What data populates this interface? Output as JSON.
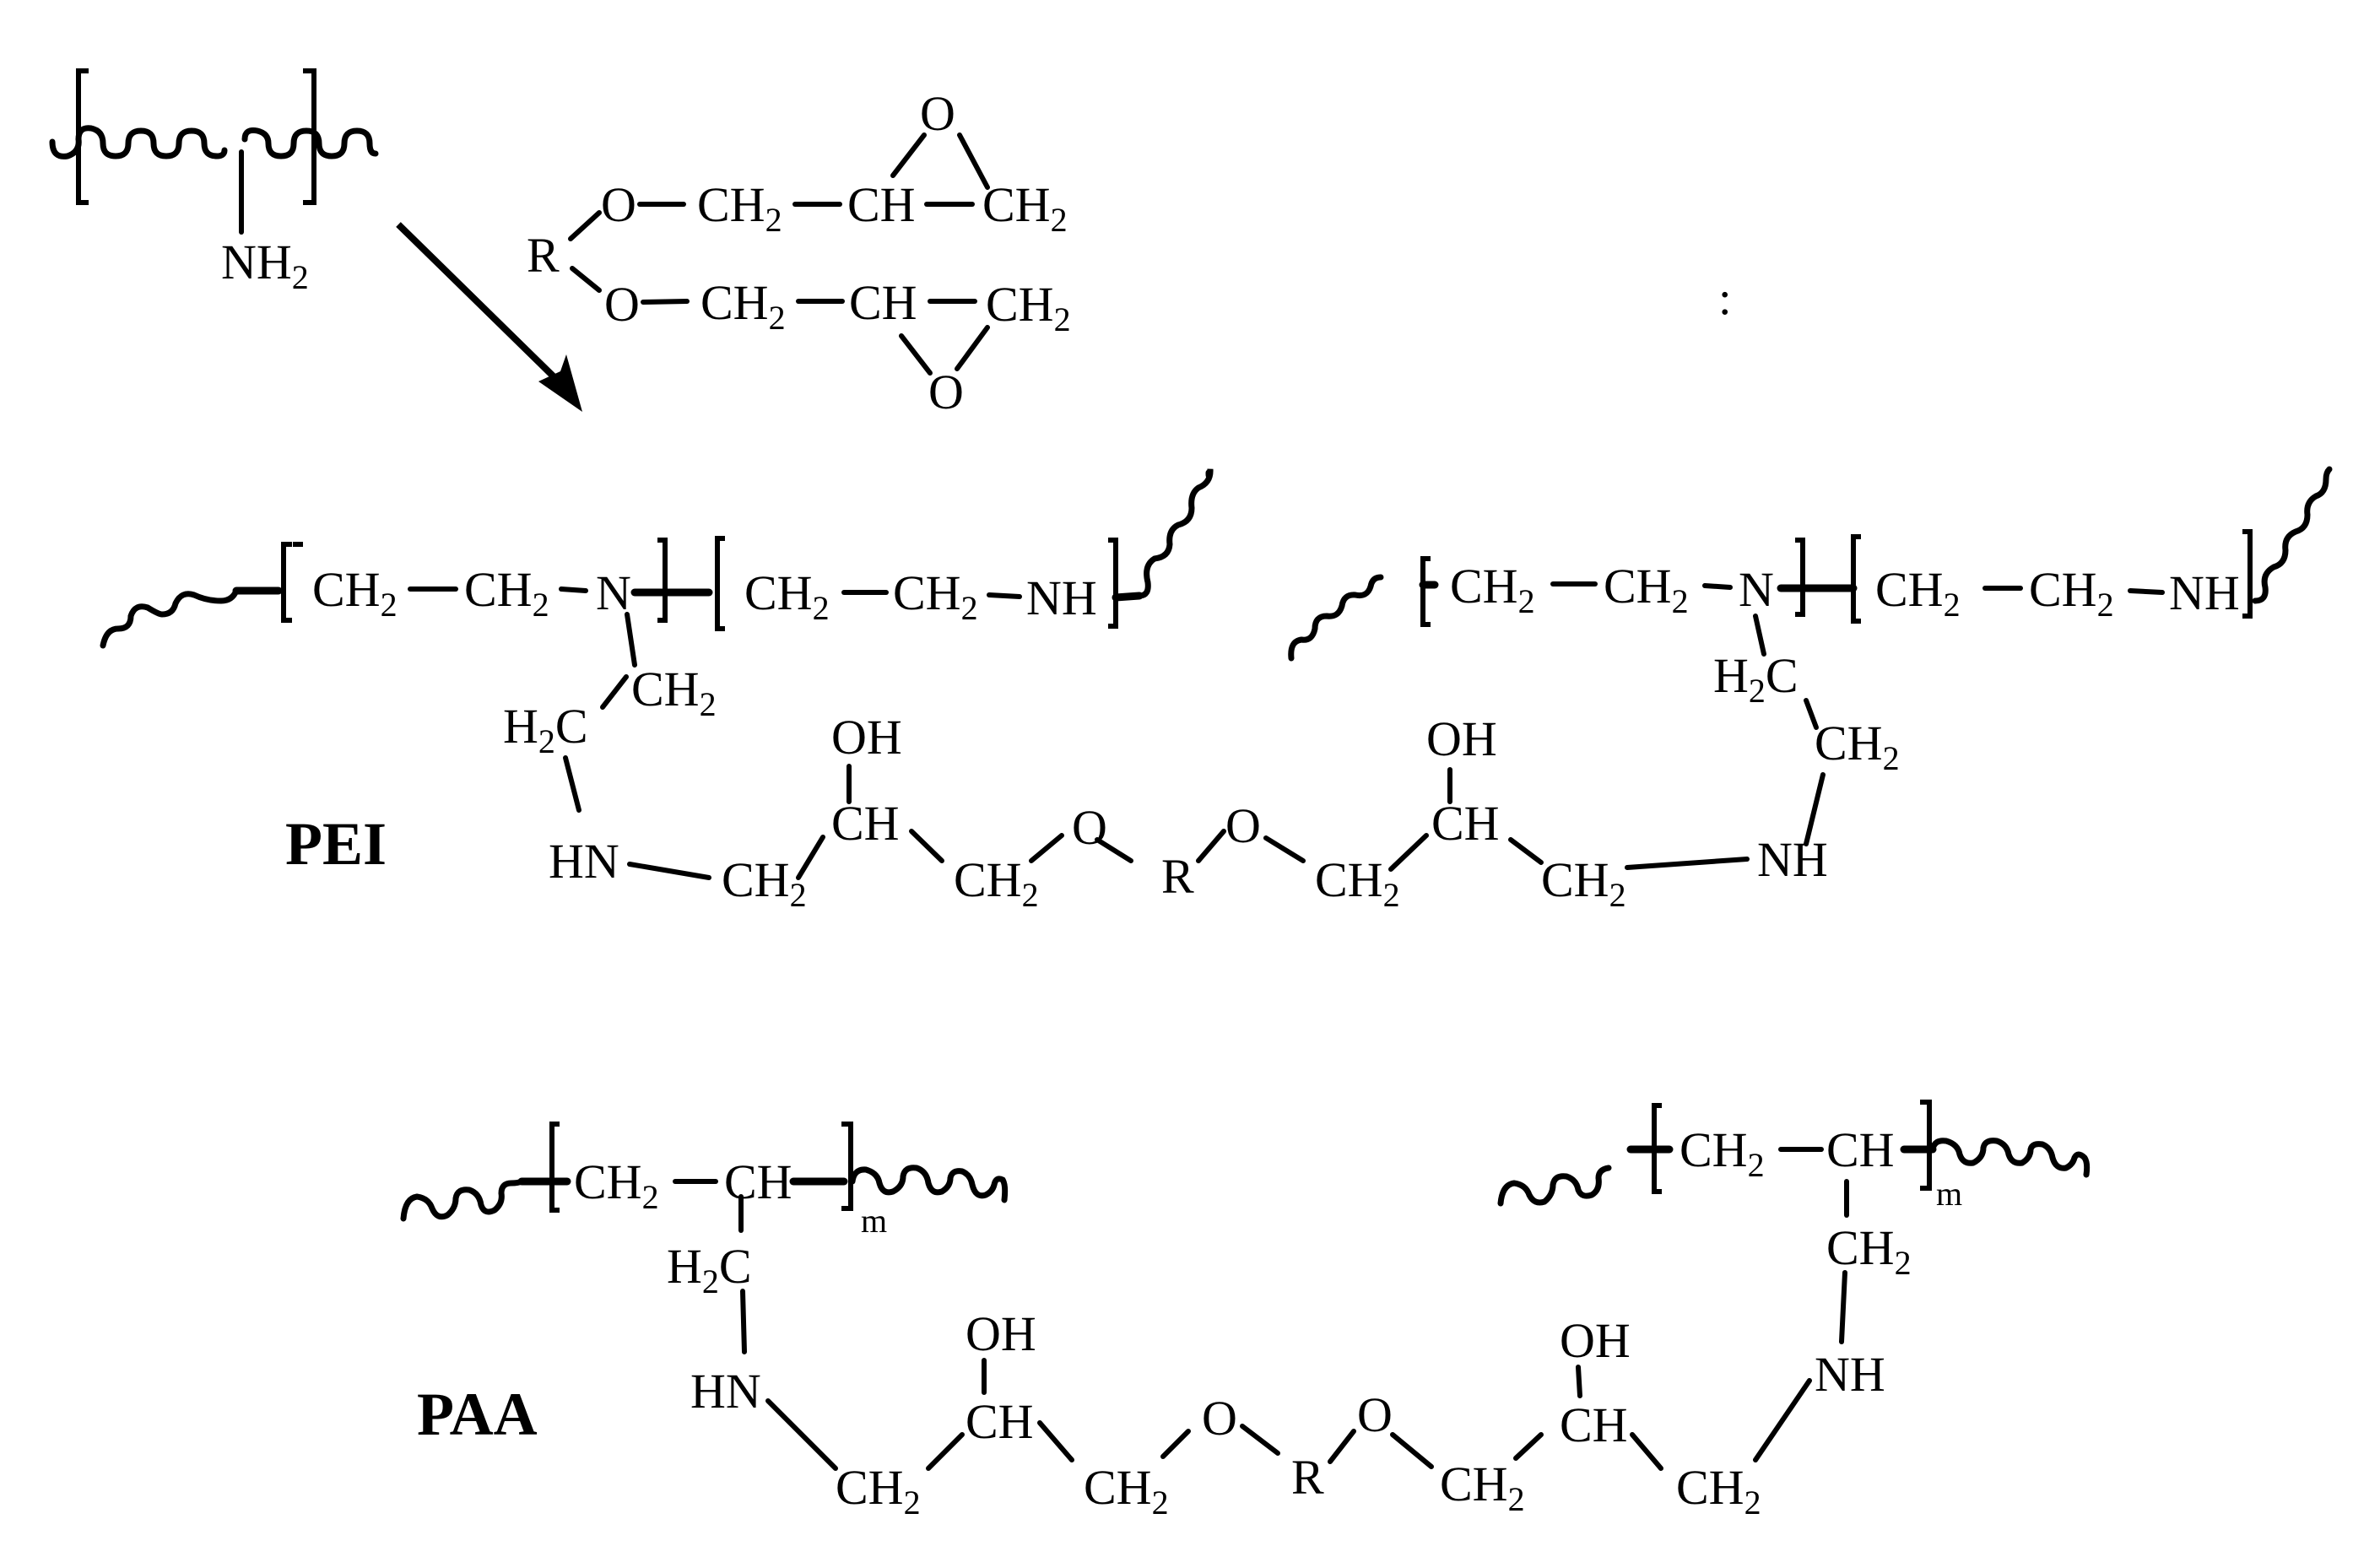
{
  "figure": {
    "type": "reaction-scheme",
    "background": "#ffffff",
    "ink_color": "#000000"
  },
  "reactant_polymer": {
    "pendant_group": "NH",
    "pendant_subscript": "2"
  },
  "crosslinker": {
    "core": "R",
    "arm_top": {
      "o": "O",
      "ch2a": "CH",
      "ch2a_sub": "2",
      "ch": "CH",
      "ch2b": "CH",
      "ch2b_sub": "2",
      "ring_o": "O"
    },
    "arm_bottom": {
      "o": "O",
      "ch2a": "CH",
      "ch2a_sub": "2",
      "ch": "CH",
      "ch2b": "CH",
      "ch2b_sub": "2",
      "ring_o": "O"
    }
  },
  "colon": ":",
  "pei": {
    "label": "PEI",
    "left_chain": {
      "unit1": [
        "CH",
        "CH",
        "N"
      ],
      "unit1_subs": [
        "2",
        "2"
      ],
      "unit2": [
        "CH",
        "CH",
        "NH"
      ],
      "unit2_subs": [
        "2",
        "2"
      ],
      "branch": [
        "CH",
        "H",
        "C",
        "HN"
      ],
      "branch_subs": [
        "2",
        "2"
      ]
    },
    "right_chain": {
      "unit1": [
        "CH",
        "CH",
        "N"
      ],
      "unit1_subs": [
        "2",
        "2"
      ],
      "unit2": [
        "CH",
        "CH",
        "NH"
      ],
      "unit2_subs": [
        "2",
        "2"
      ],
      "branch": [
        "H",
        "C",
        "CH",
        "NH"
      ],
      "branch_subs": [
        "2",
        "2"
      ]
    },
    "bridge": {
      "left": {
        "ch2_1": "CH",
        "ch": "CH",
        "oh": "OH",
        "ch2_2": "CH",
        "o": "O"
      },
      "core": "R",
      "right": {
        "o": "O",
        "ch2_1": "CH",
        "ch": "CH",
        "oh": "OH",
        "ch2_2": "CH"
      },
      "sub": "2"
    }
  },
  "paa": {
    "label": "PAA",
    "repeat_subscript": "m",
    "left_chain": {
      "backbone": [
        "CH",
        "CH"
      ],
      "backbone_subs": [
        "2"
      ],
      "branch": [
        "H",
        "C",
        "HN"
      ],
      "branch_subs": [
        "2"
      ]
    },
    "right_chain": {
      "backbone": [
        "CH",
        "CH"
      ],
      "backbone_subs": [
        "2"
      ],
      "branch": [
        "CH",
        "NH"
      ],
      "branch_subs": [
        "2"
      ]
    },
    "bridge": {
      "left": {
        "ch2_1": "CH",
        "ch": "CH",
        "oh": "OH",
        "ch2_2": "CH",
        "o": "O"
      },
      "core": "R",
      "right": {
        "o": "O",
        "ch2_1": "CH",
        "ch": "CH",
        "oh": "OH",
        "ch2_2": "CH"
      },
      "sub": "2"
    }
  }
}
